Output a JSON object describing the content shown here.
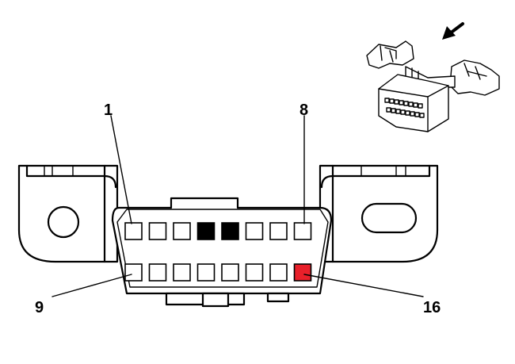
{
  "diagram": {
    "pin_labels": {
      "top_left": "1",
      "top_right": "8",
      "bottom_left": "9",
      "bottom_right": "16"
    },
    "pin_rows": [
      {
        "row": "top",
        "pins": [
          {
            "pin": 1,
            "state": "empty"
          },
          {
            "pin": 2,
            "state": "empty"
          },
          {
            "pin": 3,
            "state": "empty"
          },
          {
            "pin": 4,
            "state": "filled-black"
          },
          {
            "pin": 5,
            "state": "filled-black"
          },
          {
            "pin": 6,
            "state": "empty"
          },
          {
            "pin": 7,
            "state": "empty"
          },
          {
            "pin": 8,
            "state": "empty"
          }
        ]
      },
      {
        "row": "bottom",
        "pins": [
          {
            "pin": 9,
            "state": "empty"
          },
          {
            "pin": 10,
            "state": "empty"
          },
          {
            "pin": 11,
            "state": "empty"
          },
          {
            "pin": 12,
            "state": "empty"
          },
          {
            "pin": 13,
            "state": "empty"
          },
          {
            "pin": 14,
            "state": "empty"
          },
          {
            "pin": 15,
            "state": "empty"
          },
          {
            "pin": 16,
            "state": "highlighted-red"
          }
        ]
      }
    ],
    "colors": {
      "filled": "#000000",
      "highlight": "#e8202a",
      "empty": "#ffffff"
    },
    "icons": {
      "direction": "arrow-icon",
      "reference": "connector-thumbnail-icon"
    }
  }
}
